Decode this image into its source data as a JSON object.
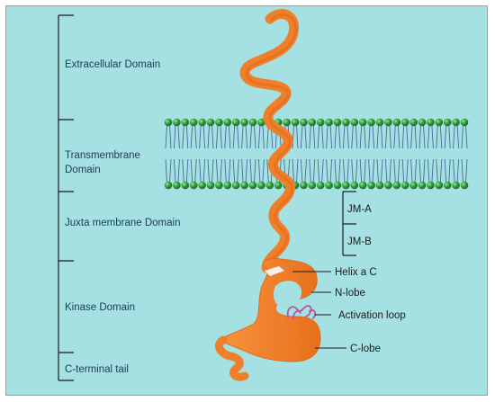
{
  "domains": {
    "extracellular": "Extracellular Domain",
    "transmembrane_line1": "Transmembrane",
    "transmembrane_line2": "Domain",
    "juxtamembrane": "Juxta membrane Domain",
    "kinase": "Kinase Domain",
    "cterminal": "C-terminal tail"
  },
  "subregions": {
    "jm_a": "JM-A",
    "jm_b": "JM-B",
    "helix": "Helix a C",
    "nlobe": "N-lobe",
    "activation_loop": "Activation loop",
    "clobe": "C-lobe"
  },
  "colors": {
    "background": "#a5e1e2",
    "protein": "#f07f2a",
    "protein_dark": "#d9661a",
    "lipid_head": "#2f9c3a",
    "lipid_tail": "#4a6a9a",
    "activation_loop": "#c04fa3",
    "text": "#1b3b52"
  }
}
